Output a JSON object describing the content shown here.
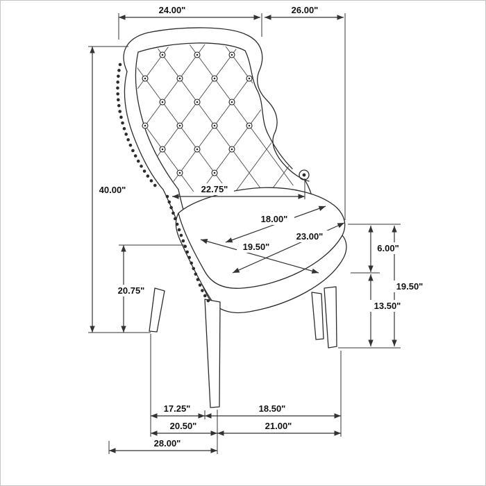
{
  "figure": {
    "name": "upholstered-wingback-chair-dimension-diagram",
    "line_color": "#2b2b2b",
    "dimension_color": "#333333",
    "background": "#ffffff"
  },
  "dims": {
    "back_width": "24.00\"",
    "overall_depth": "26.00\"",
    "overall_height": "40.00\"",
    "arm_height": "20.75\"",
    "inside_back_width": "22.75\"",
    "seat_depth": "18.00\"",
    "seat_front_width": "23.00\"",
    "seat_width": "19.50\"",
    "cushion_thickness": "6.00\"",
    "seat_height": "19.50\"",
    "leg_height": "13.50\"",
    "front_leg_spacing": "17.25\"",
    "leg_depth_spacing": "18.50\"",
    "base_width": "20.50\"",
    "base_depth": "21.00\"",
    "overall_base_depth": "28.00\""
  }
}
